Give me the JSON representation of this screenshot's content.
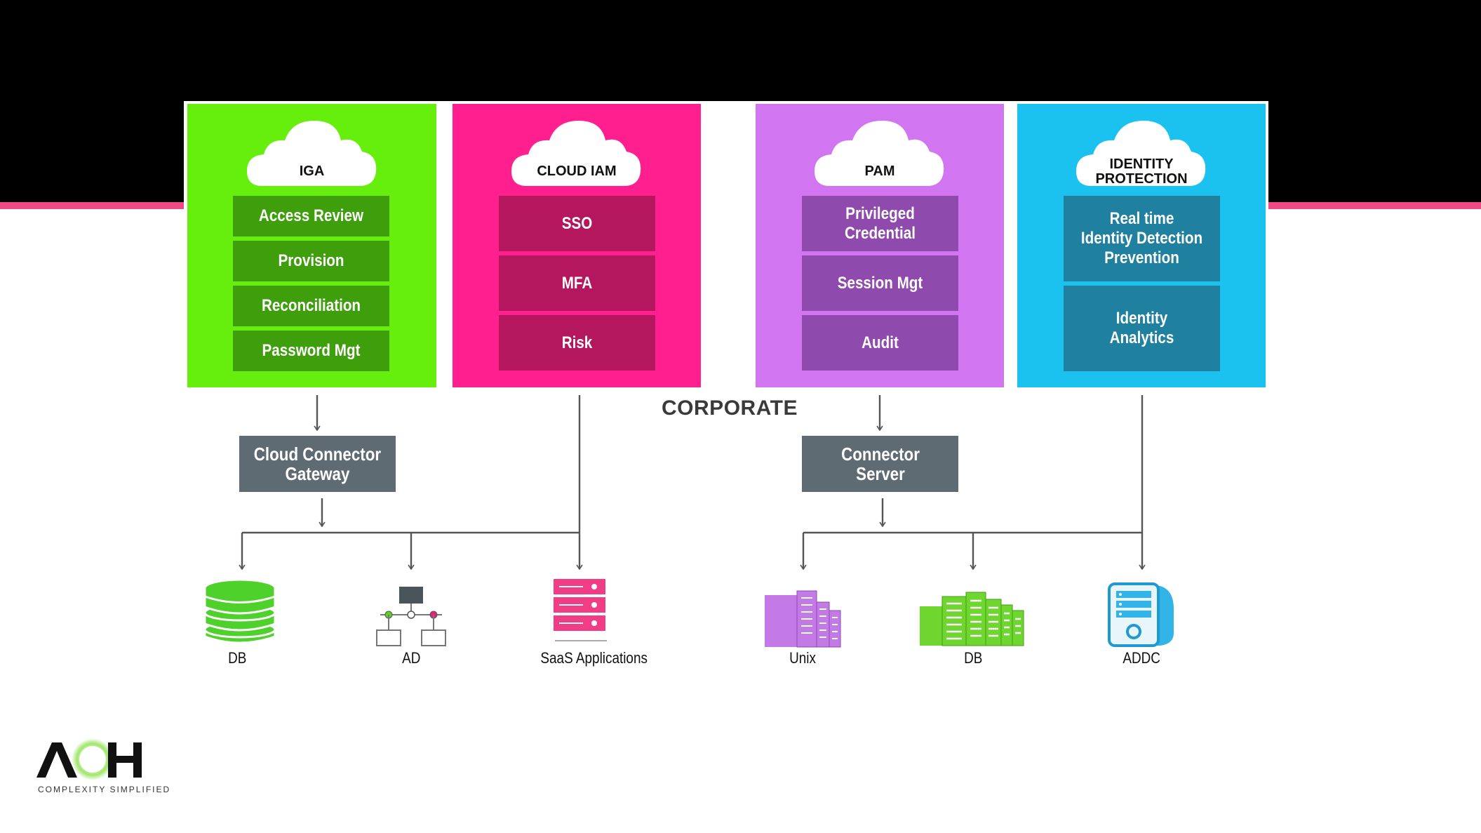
{
  "corporate_label": "CORPORATE",
  "panels": [
    {
      "id": "iga",
      "title": "IGA",
      "color": "#66ee0c",
      "box_color": "#3f9e0c",
      "items": [
        "Access Review",
        "Provision",
        "Reconciliation",
        "Password Mgt"
      ]
    },
    {
      "id": "cloud-iam",
      "title": "CLOUD IAM",
      "color": "#ff1f8e",
      "box_color": "#b5175f",
      "items": [
        "SSO",
        "MFA",
        "Risk"
      ]
    },
    {
      "id": "pam",
      "title": "PAM",
      "color": "#d176f0",
      "box_color": "#8e4aac",
      "items": [
        "Privileged\nCredential",
        "Session Mgt",
        "Audit"
      ]
    },
    {
      "id": "identity-protection",
      "title": "IDENTITY\nPROTECTION",
      "color": "#1cc2ef",
      "box_color": "#1f80a0",
      "items": [
        "Real time\nIdentity Detection\nPrevention",
        "Identity\nAnalytics"
      ]
    }
  ],
  "gateways": {
    "cloud_connector": "Cloud Connector\nGateway",
    "connector_server": "Connector\nServer"
  },
  "targets": [
    {
      "label": "DB",
      "icon": "database-icon"
    },
    {
      "label": "AD",
      "icon": "org-chart-icon"
    },
    {
      "label": "SaaS Applications",
      "icon": "server-stack-icon"
    },
    {
      "label": "Unix",
      "icon": "buildings-icon"
    },
    {
      "label": "DB",
      "icon": "data-center-icon"
    },
    {
      "label": "ADDC",
      "icon": "server-icon"
    }
  ],
  "logo": {
    "text": "AOH",
    "tagline": "COMPLEXITY SIMPLIFIED"
  }
}
